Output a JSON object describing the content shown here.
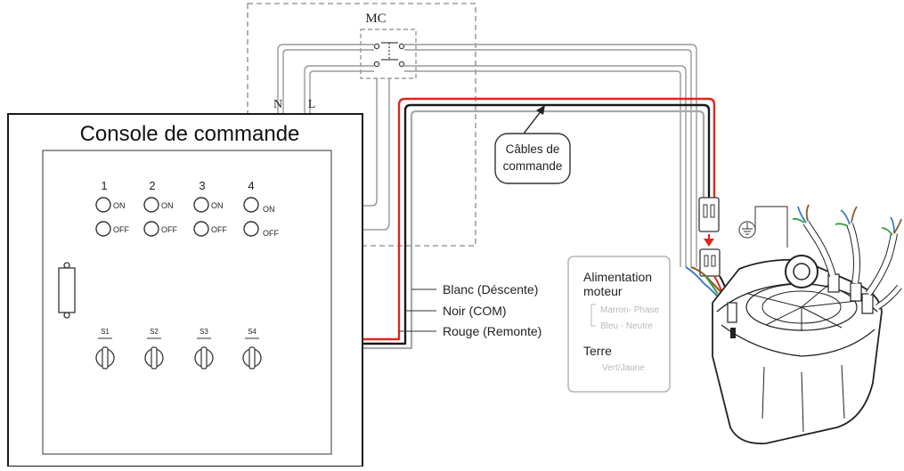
{
  "mc_label": "MC",
  "n_label": "N",
  "l_label": "L",
  "console": {
    "title": "Console de commande",
    "pilots": [
      {
        "number": "1",
        "on": "ON",
        "off": "OFF"
      },
      {
        "number": "2",
        "on": "ON",
        "off": "OFF"
      },
      {
        "number": "3",
        "on": "ON",
        "off": "OFF"
      },
      {
        "number": "4",
        "on": "ON",
        "off": "OFF"
      }
    ],
    "switches": [
      "S1",
      "S2",
      "S3",
      "S4"
    ]
  },
  "callout": {
    "line1": "Câbles de",
    "line2": "commande"
  },
  "wire_labels": {
    "white": "Blanc (Déscente)",
    "black": "Noir (COM)",
    "red": "Rouge (Remonte)"
  },
  "info_box": {
    "power_title_1": "Alimentation",
    "power_title_2": "moteur",
    "phase": "Marron- Phase",
    "neutral": "Bleu - Neutre",
    "earth_title": "Terre",
    "earth_color": "Vert/Jaune"
  },
  "colors": {
    "red_wire": "#e0261b",
    "black_wire": "#1a1a1a",
    "grey_wire": "#9a9a9a",
    "faint_text": "#b8b8b8",
    "motor_blue": "#3a7fc1",
    "motor_green": "#3aa040",
    "motor_brown": "#8a5a2b"
  }
}
